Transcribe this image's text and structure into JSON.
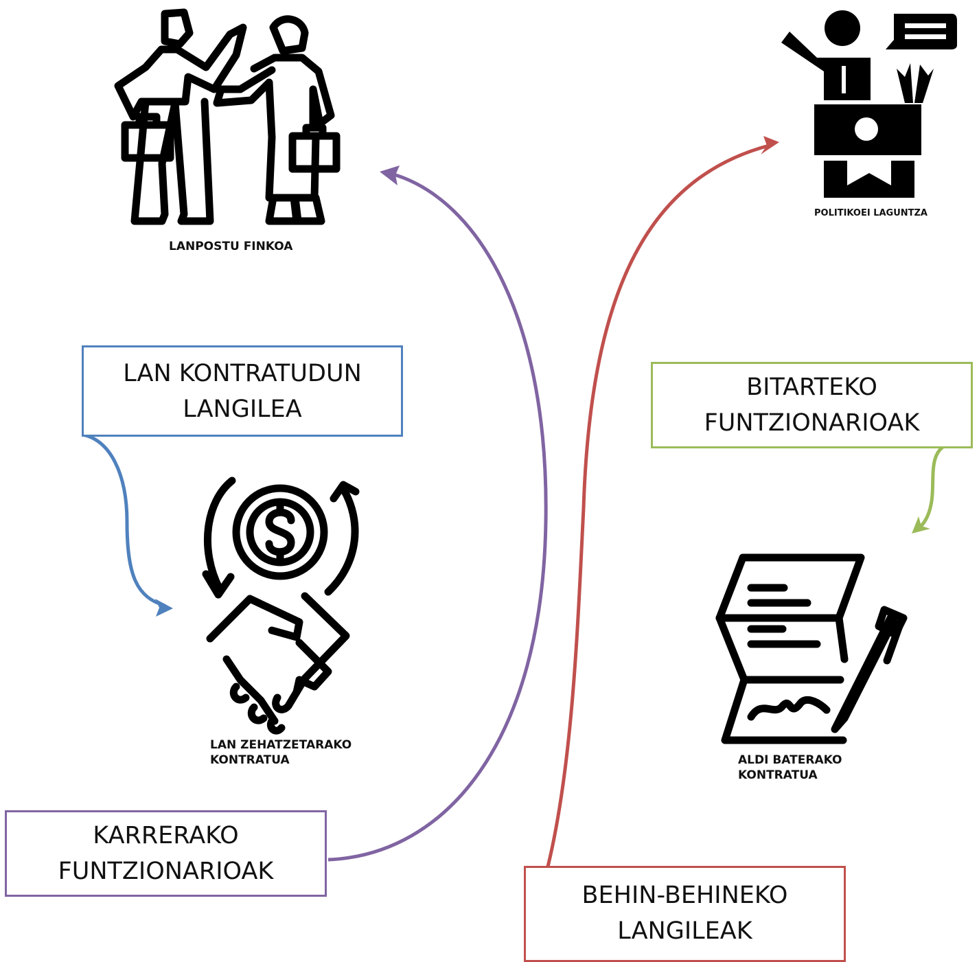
{
  "colors": {
    "blue": "#4f81bd",
    "purple": "#8064a2",
    "red": "#c0504d",
    "green": "#9bbb59",
    "icon": "#000000"
  },
  "boxes": {
    "lan_kontratudun": {
      "line1": "LAN KONTRATUDUN",
      "line2": "LANGILEA"
    },
    "bitarteko": {
      "line1": "BITARTEKO",
      "line2": "FUNTZIONARIOAK"
    },
    "karrerako": {
      "line1": "KARRERAKO",
      "line2": "FUNTZIONARIOAK"
    },
    "behin_behineko": {
      "line1": "BEHIN-BEHINEKO",
      "line2": "LANGILEAK"
    }
  },
  "captions": {
    "lanpostu_finkoa": "LANPOSTU FINKOA",
    "politikoei_laguntza": "POLITIKOEI LAGUNTZA",
    "lan_zehatzetarako": {
      "line1": "LAN ZEHATZETARAKO",
      "line2": "KONTRATUA"
    },
    "aldi_baterako": {
      "line1": "ALDI BATERAKO",
      "line2": "KONTRATUA"
    }
  },
  "icons": {
    "workers": "two-workers-icon",
    "speaker": "politician-speaker-icon",
    "handshake": "handshake-dollar-icon",
    "contract": "signed-contract-icon"
  }
}
